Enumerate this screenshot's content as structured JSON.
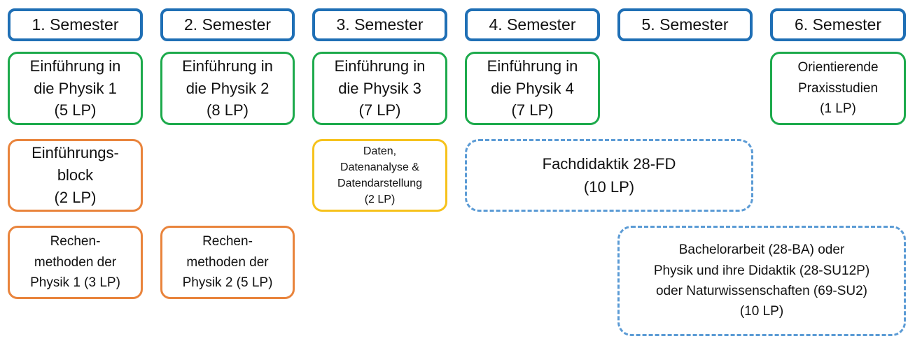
{
  "semesters": [
    "1. Semester",
    "2. Semester",
    "3. Semester",
    "4. Semester",
    "5. Semester",
    "6. Semester"
  ],
  "modules": {
    "physik1": [
      "Einführung in",
      "die Physik 1",
      "(5 LP)"
    ],
    "physik2": [
      "Einführung in",
      "die Physik 2",
      "(8 LP)"
    ],
    "physik3": [
      "Einführung in",
      "die Physik 3",
      "(7 LP)"
    ],
    "physik4": [
      "Einführung in",
      "die Physik 4",
      "(7 LP)"
    ],
    "praxis": [
      "Orientierende",
      "Praxisstudien",
      "(1 LP)"
    ],
    "einfuehrungsblock": [
      "Einführungs-",
      "block",
      "(2 LP)"
    ],
    "daten": [
      "Daten,",
      "Datenanalyse &",
      "Datendarstellung",
      "(2 LP)"
    ],
    "fachdidaktik": [
      "Fachdidaktik 28-FD",
      "(10 LP)"
    ],
    "rechen1": [
      "Rechen-",
      "methoden der",
      "Physik 1 (3 LP)"
    ],
    "rechen2": [
      "Rechen-",
      "methoden der",
      "Physik 2 (5 LP)"
    ],
    "bachelor": [
      "Bachelorarbeit (28-BA) oder",
      "Physik und ihre Didaktik (28-SU12P)",
      "oder Naturwissenschaften (69-SU2)",
      "(10 LP)"
    ]
  },
  "colors": {
    "semester_border": "#1f6fb5",
    "physics_border": "#1daa4c",
    "intro_border": "#e9843c",
    "data_border": "#f6c21c",
    "dashed_border": "#5b9bd5"
  }
}
